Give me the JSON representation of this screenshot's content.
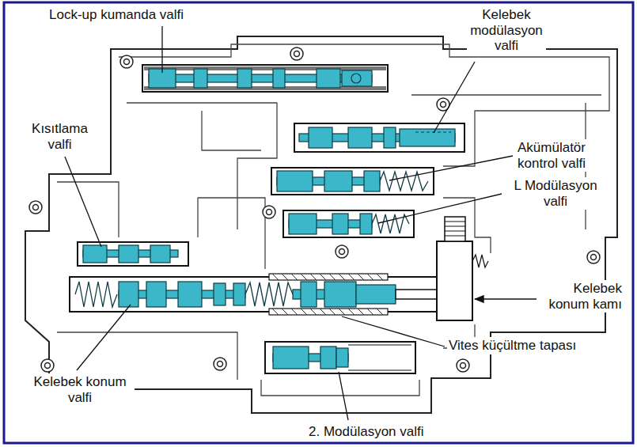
{
  "diagram": {
    "labels": [
      "Lock-up kumanda valfi",
      "Kelebek modülasyon valfi",
      "Akümülatör kontrol valfi",
      "L Modülasyon valfi",
      "Kısıtlama valfi",
      "Kelebek konum kamı",
      "Vites küçültme tapası",
      "Kelebek konum valfi",
      "2. Modülasyon valfi"
    ]
  }
}
